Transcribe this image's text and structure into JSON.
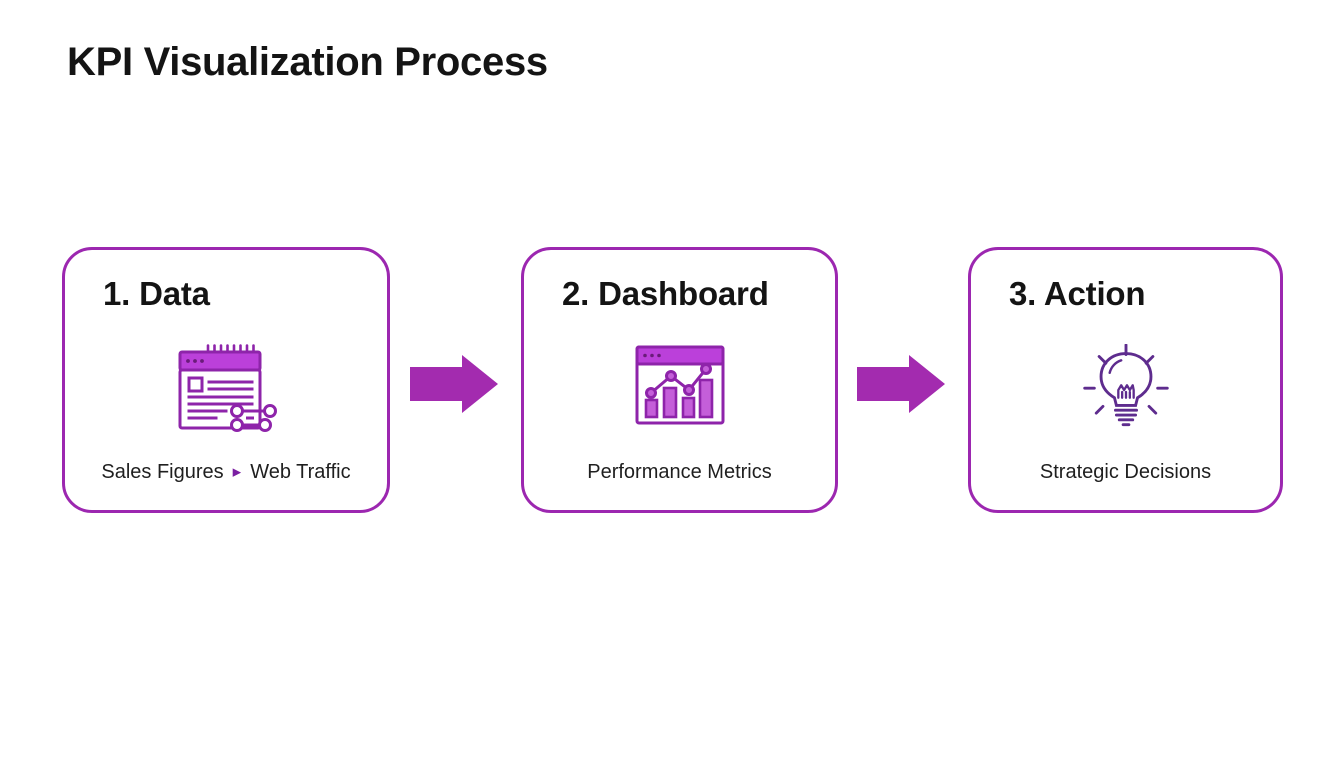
{
  "title": "KPI Visualization Process",
  "colors": {
    "purple": "#A32BAF",
    "border": "#9C27B0",
    "icon-stroke": "#8E24AA",
    "icon-header": "#BB40DA",
    "icon-bar": "#C45FD9",
    "icon-dot": "#6A1B7A",
    "bulb-stroke": "#5E2C8E",
    "text-dark": "#141414",
    "caption": "#1F1F1F"
  },
  "steps": [
    {
      "heading": "1. Data",
      "icon": "notebook-data-icon",
      "caption_primary": "Sales Figures",
      "caption_separator": "▸",
      "caption_secondary": "Web Traffic"
    },
    {
      "heading": "2. Dashboard",
      "icon": "dashboard-chart-icon",
      "caption_primary": "Performance Metrics",
      "caption_separator": "",
      "caption_secondary": ""
    },
    {
      "heading": "3. Action",
      "icon": "lightbulb-icon",
      "caption_primary": "Strategic Decisions",
      "caption_separator": "",
      "caption_secondary": ""
    }
  ]
}
